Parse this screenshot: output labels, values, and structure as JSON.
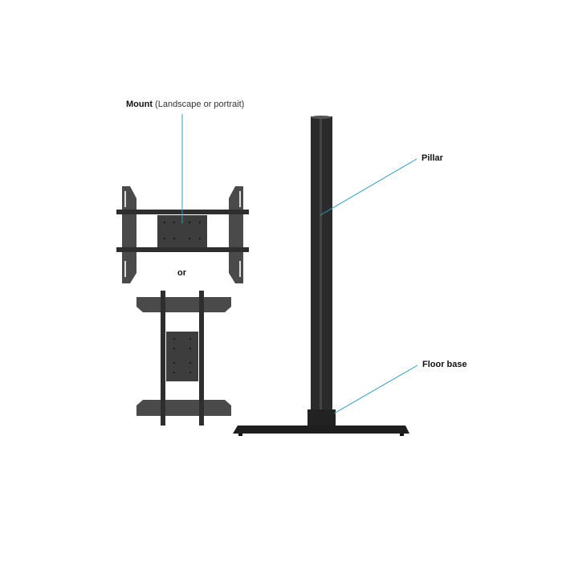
{
  "labels": {
    "mount_bold": "Mount",
    "mount_rest": "(Landscape or portrait)",
    "or": "or",
    "pillar": "Pillar",
    "floor_base": "Floor base"
  },
  "colors": {
    "leader_line": "#2a9fc4",
    "metal_dark": "#2b2b2b",
    "metal_mid": "#4a4a4a",
    "background": "#ffffff"
  },
  "components": [
    "Mount (landscape)",
    "Mount (portrait)",
    "Pillar",
    "Floor base"
  ]
}
